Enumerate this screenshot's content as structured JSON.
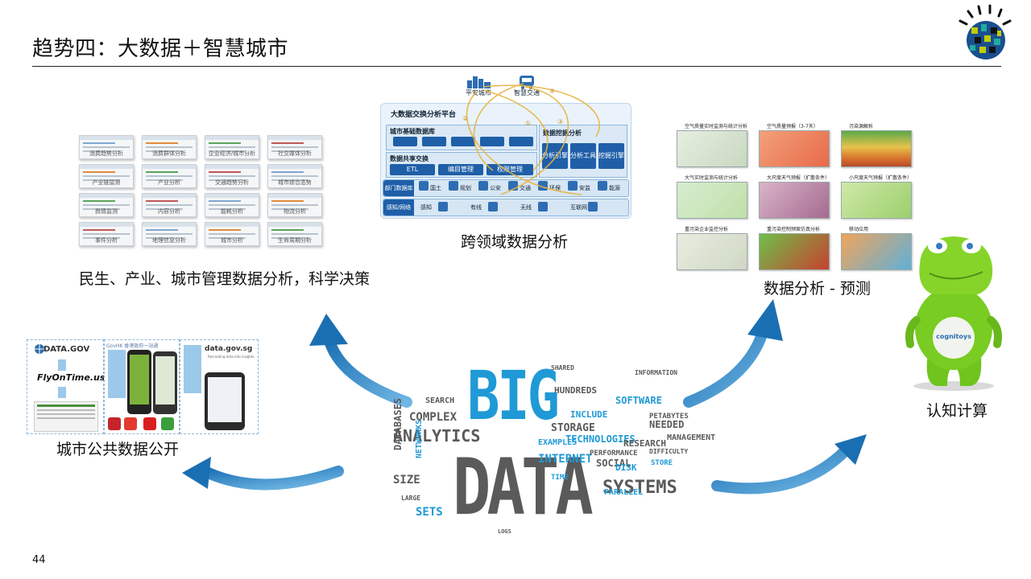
{
  "slide": {
    "title": "趋势四：大数据＋智慧城市",
    "page_number": "44"
  },
  "captions": {
    "livelihood": "民生、产业、城市管理数据分析，科学决策",
    "cross_domain": "跨领域数据分析",
    "prediction": "数据分析 - 预测",
    "cognitive": "认知计算",
    "open_data": "城市公共数据公开"
  },
  "thumbnails": [
    "消费趋势分析",
    "消费群体分析",
    "企业经济/城市分析",
    "社交媒体分析",
    "产业链监测",
    "产业分析",
    "交通趋势分析",
    "城市综合态势",
    "舆情监测",
    "内容分析",
    "能耗分析",
    "物流分析",
    "事件分析",
    "地理信息分析",
    "城市分析",
    "生命周期分析"
  ],
  "platform": {
    "top_labels": [
      "平安城市",
      "智慧交通"
    ],
    "title": "大数据交换分析平台",
    "db_label": "城市基础数据库",
    "share_label": "数据共享交换",
    "share_buttons": [
      "ETL",
      "编目管理",
      "权限管理"
    ],
    "mining_label": "数据挖掘分析",
    "mining_buttons": [
      "分析引擎",
      "分析工具",
      "挖掘引擎"
    ],
    "dept_label": "部门数据库",
    "dept_items": [
      "国土",
      "规划",
      "公安",
      "交通",
      "环保",
      "安监",
      "能源"
    ],
    "sense_label": "感知/网络",
    "sense_items": [
      "感知",
      "有线",
      "无线",
      "互联网"
    ],
    "circle_nums": [
      "①",
      "②",
      "③",
      "④",
      "⑤"
    ]
  },
  "weather_maps": [
    "空气质量实时监测与统计分析",
    "空气质量预报（3-7天）",
    "污染源解析",
    "大气实时监测与统计分析",
    "大尺度天气预报（扩散条件）",
    "小尺度天气预报（扩散条件）",
    "重污染企业监控分析",
    "重污染控制预案仿真分析",
    "移动应用"
  ],
  "open_data": {
    "datagov": "DATA.GOV",
    "flyontime": "FlyOnTime.us",
    "govhk": "GovHK 香港政府一站通",
    "datagovsg": "data.gov.sg",
    "sg_sub": "Recreating data into insights"
  },
  "robot_brand": "cognitoys",
  "word_cloud": {
    "big": "BIG",
    "data": "DATA",
    "words": [
      "ANALYTICS",
      "COMPLEX",
      "STORAGE",
      "TECHNOLOGIES",
      "INTERNET",
      "DATABASES",
      "NETWORKS",
      "SOFTWARE",
      "RESEARCH",
      "SYSTEMS",
      "PETABYTES",
      "MANAGEMENT",
      "PARALLEL",
      "LARGE",
      "SETS",
      "SIZE",
      "SEARCH",
      "HUNDREDS",
      "SOCIAL",
      "DISK",
      "SHARED",
      "INCLUDE",
      "TIME",
      "LOGS",
      "DIFFICULTY",
      "PERFORMANCE",
      "NEEDED",
      "INFORMATION",
      "EXAMPLES",
      "STORE"
    ],
    "colors": {
      "gray": "#5a5a5a",
      "blue": "#1f9ad6"
    }
  },
  "colors": {
    "arrow": "#1e7fc0",
    "accent": "#1f5fa8"
  }
}
